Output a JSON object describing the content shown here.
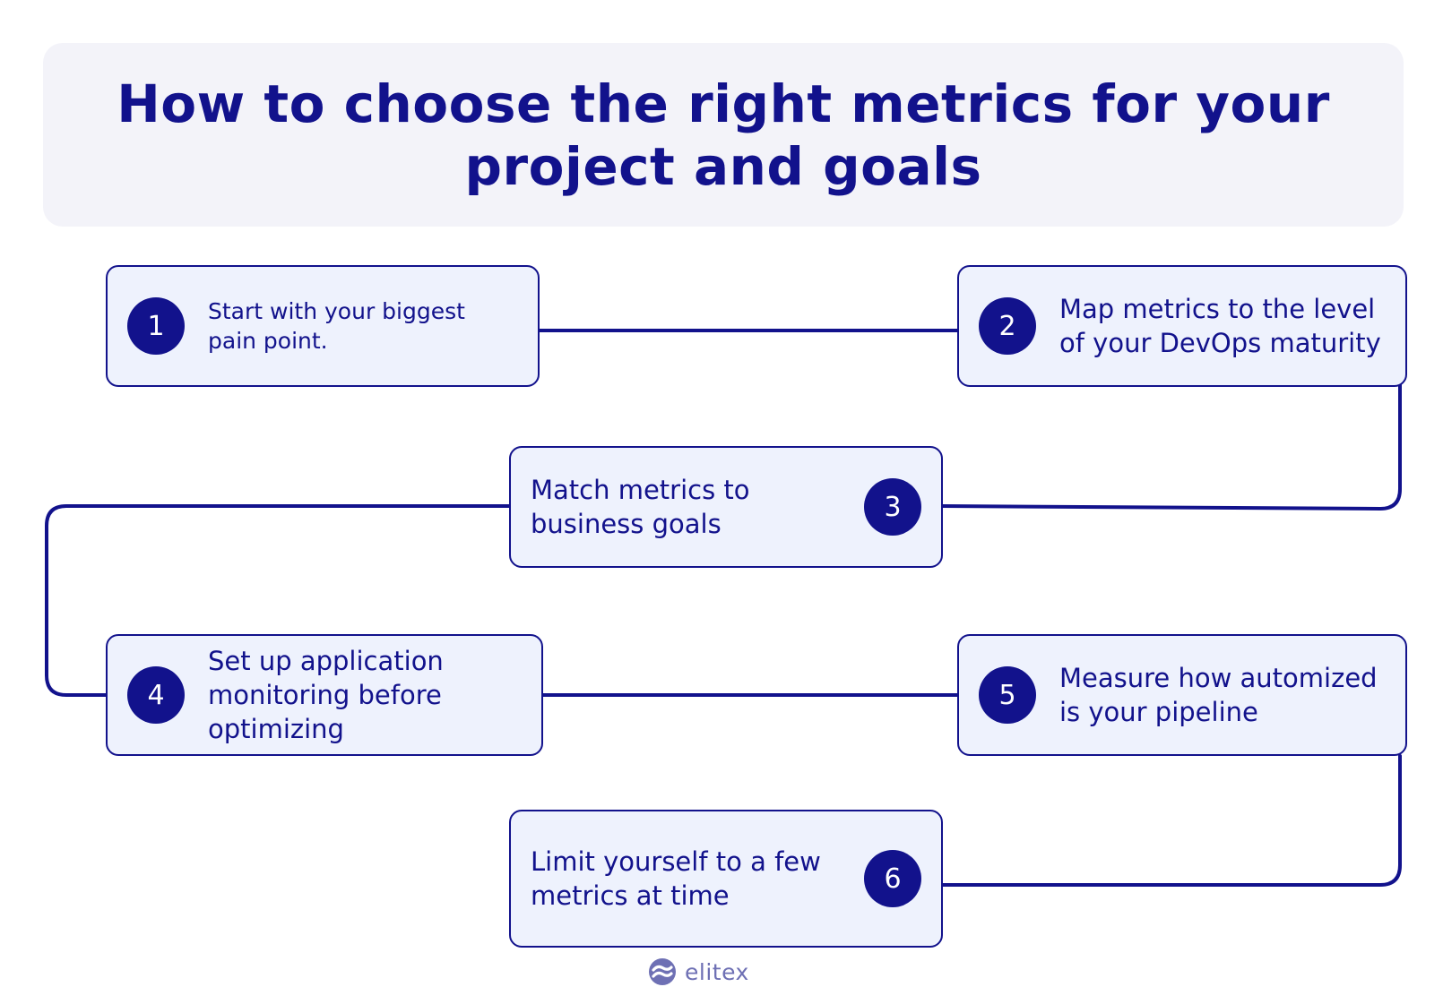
{
  "title": "How to choose the right metrics for your project and goals",
  "steps": [
    {
      "number": "1",
      "text": "Start with your biggest pain point."
    },
    {
      "number": "2",
      "text": "Map metrics to the level of your DevOps maturity"
    },
    {
      "number": "3",
      "text": "Match metrics to business goals"
    },
    {
      "number": "4",
      "text": "Set up application monitoring before optimizing"
    },
    {
      "number": "5",
      "text": "Measure how automized is your pipeline"
    },
    {
      "number": "6",
      "text": "Limit yourself to a few metrics at time"
    }
  ],
  "brand": {
    "name": "elitex",
    "icon": "elitex-logo-icon"
  },
  "colors": {
    "primary": "#12128c",
    "card_fill": "#eef2fd",
    "banner_fill": "#f3f3f9",
    "logo": "#6e70b4"
  }
}
